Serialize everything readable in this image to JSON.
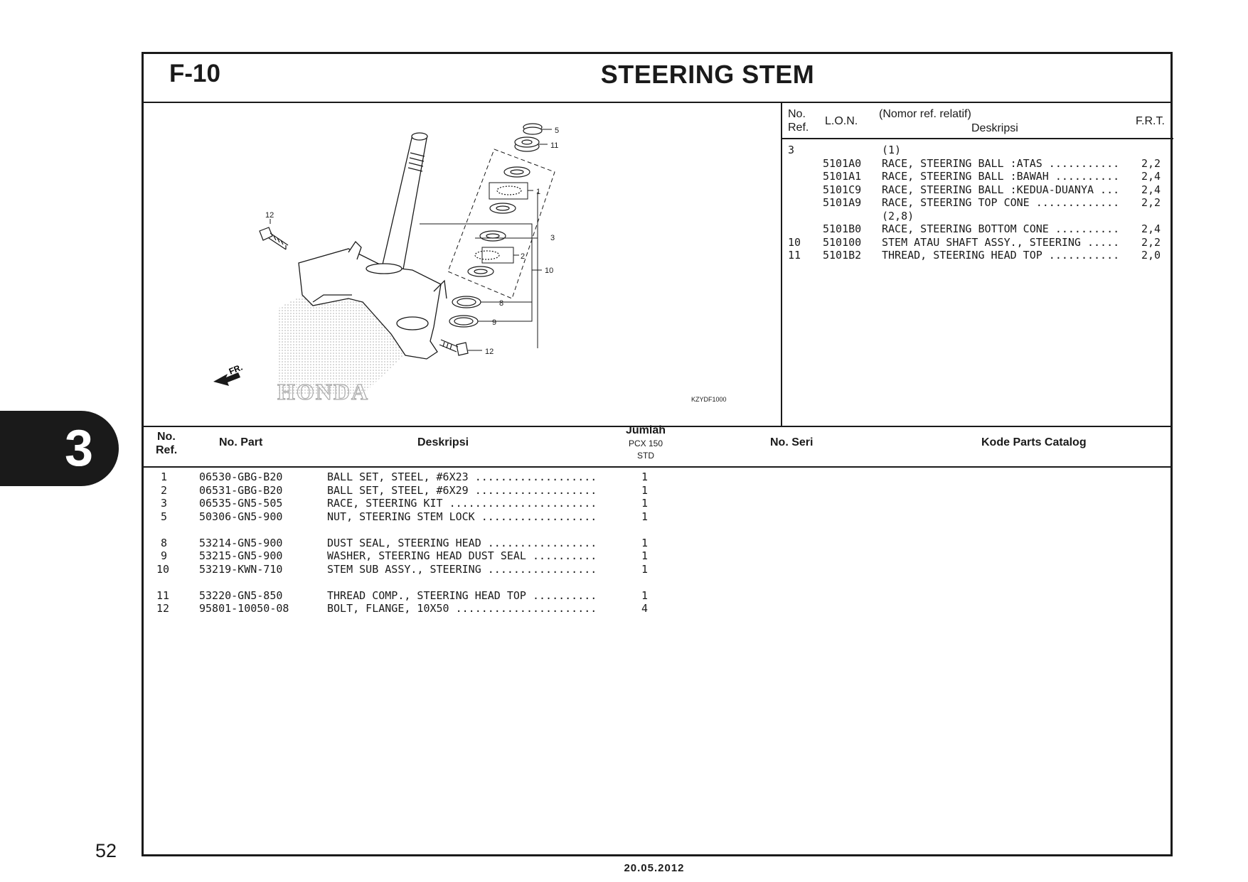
{
  "header": {
    "section_code": "F-10",
    "title": "STEERING STEM"
  },
  "ref_table": {
    "headers": {
      "no_ref_1": "No.",
      "no_ref_2": "Ref.",
      "lon": "L.O.N.",
      "nomor_ref": "(Nomor ref. relatif)",
      "deskripsi": "Deskripsi",
      "frt": "F.R.T."
    },
    "rows": [
      {
        "ref": "3",
        "lon": "",
        "desc": "(1)",
        "frt": ""
      },
      {
        "ref": "",
        "lon": "5101A0",
        "desc": "RACE, STEERING BALL :ATAS ...........",
        "frt": "2,2"
      },
      {
        "ref": "",
        "lon": "5101A1",
        "desc": "RACE, STEERING BALL :BAWAH ..........",
        "frt": "2,4"
      },
      {
        "ref": "",
        "lon": "5101C9",
        "desc": "RACE, STEERING BALL :KEDUA-DUANYA ...",
        "frt": "2,4"
      },
      {
        "ref": "",
        "lon": "5101A9",
        "desc": "RACE, STEERING TOP CONE .............",
        "frt": "2,2"
      },
      {
        "ref": "",
        "lon": "",
        "desc": "(2,8)",
        "frt": ""
      },
      {
        "ref": "",
        "lon": "5101B0",
        "desc": "RACE, STEERING BOTTOM CONE ..........",
        "frt": "2,4"
      },
      {
        "ref": "10",
        "lon": "510100",
        "desc": "STEM ATAU SHAFT ASSY., STEERING .....",
        "frt": "2,2"
      },
      {
        "ref": "11",
        "lon": "5101B2",
        "desc": "THREAD, STEERING HEAD TOP ...........",
        "frt": "2,0"
      }
    ]
  },
  "diagram": {
    "code": "KZYDF1000",
    "fr_label": "FR.",
    "brand_watermark": "HONDA",
    "callouts": [
      "5",
      "11",
      "1",
      "3",
      "12",
      "2",
      "10",
      "8",
      "9",
      "12"
    ]
  },
  "parts_table": {
    "headers": {
      "no_ref_1": "No.",
      "no_ref_2": "Ref.",
      "no_part": "No. Part",
      "deskripsi": "Deskripsi",
      "jumlah": "Jumlah",
      "model": "PCX 150",
      "variant": "STD",
      "no_seri": "No. Seri",
      "kode": "Kode Parts Catalog"
    },
    "rows": [
      {
        "ref": "1",
        "part": "06530-GBG-B20",
        "desc": "BALL SET, STEEL, #6X23 ...................",
        "qty": "1"
      },
      {
        "ref": "2",
        "part": "06531-GBG-B20",
        "desc": "BALL SET, STEEL, #6X29 ...................",
        "qty": "1"
      },
      {
        "ref": "3",
        "part": "06535-GN5-505",
        "desc": "RACE, STEERING KIT .......................",
        "qty": "1"
      },
      {
        "ref": "5",
        "part": "50306-GN5-900",
        "desc": "NUT, STEERING STEM LOCK ..................",
        "qty": "1"
      },
      {
        "ref": "8",
        "part": "53214-GN5-900",
        "desc": "DUST SEAL, STEERING HEAD .................",
        "qty": "1"
      },
      {
        "ref": "9",
        "part": "53215-GN5-900",
        "desc": "WASHER, STEERING HEAD DUST SEAL ..........",
        "qty": "1"
      },
      {
        "ref": "10",
        "part": "53219-KWN-710",
        "desc": "STEM SUB ASSY., STEERING .................",
        "qty": "1"
      },
      {
        "ref": "11",
        "part": "53220-GN5-850",
        "desc": "THREAD COMP., STEERING HEAD TOP ..........",
        "qty": "1"
      },
      {
        "ref": "12",
        "part": "95801-10050-08",
        "desc": "BOLT, FLANGE, 10X50 ......................",
        "qty": "4"
      }
    ]
  },
  "footer": {
    "chapter": "3",
    "page_number": "52",
    "date": "20.05.2012"
  }
}
